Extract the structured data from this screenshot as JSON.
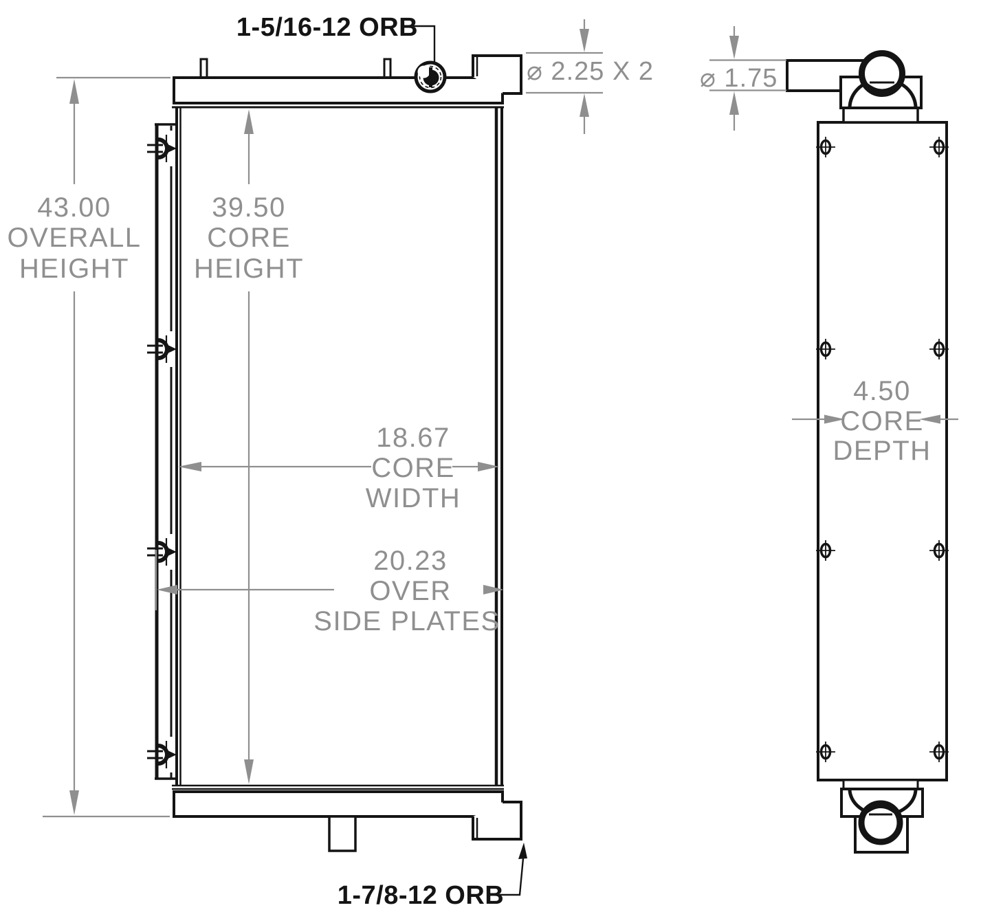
{
  "drawing": {
    "type": "engineering-dimension-drawing",
    "subject": "heat exchanger core with ORB ports, front and side views",
    "colors": {
      "background": "#ffffff",
      "part_lines": "#141414",
      "dimension_lines": "#8f8f8f"
    },
    "labels": {
      "top_port": "1-5/16-12 ORB",
      "bottom_port": "1-7/8-12 ORB"
    },
    "dimensions": {
      "overall_height": {
        "value": "43.00",
        "lines": [
          "43.00",
          "OVERALL",
          "HEIGHT"
        ]
      },
      "core_height": {
        "value": "39.50",
        "lines": [
          "39.50",
          "CORE",
          "HEIGHT"
        ]
      },
      "core_width": {
        "value": "18.67",
        "lines": [
          "18.67",
          "CORE",
          "WIDTH"
        ]
      },
      "over_side_plates": {
        "value": "20.23",
        "lines": [
          "20.23",
          "OVER",
          "SIDE PLATES"
        ]
      },
      "core_depth": {
        "value": "4.50",
        "lines": [
          "4.50",
          "CORE",
          "DEPTH"
        ]
      },
      "top_port_diameter": "⌀ 2.25 X 2",
      "side_pipe_diameter": "⌀ 1.75"
    }
  }
}
